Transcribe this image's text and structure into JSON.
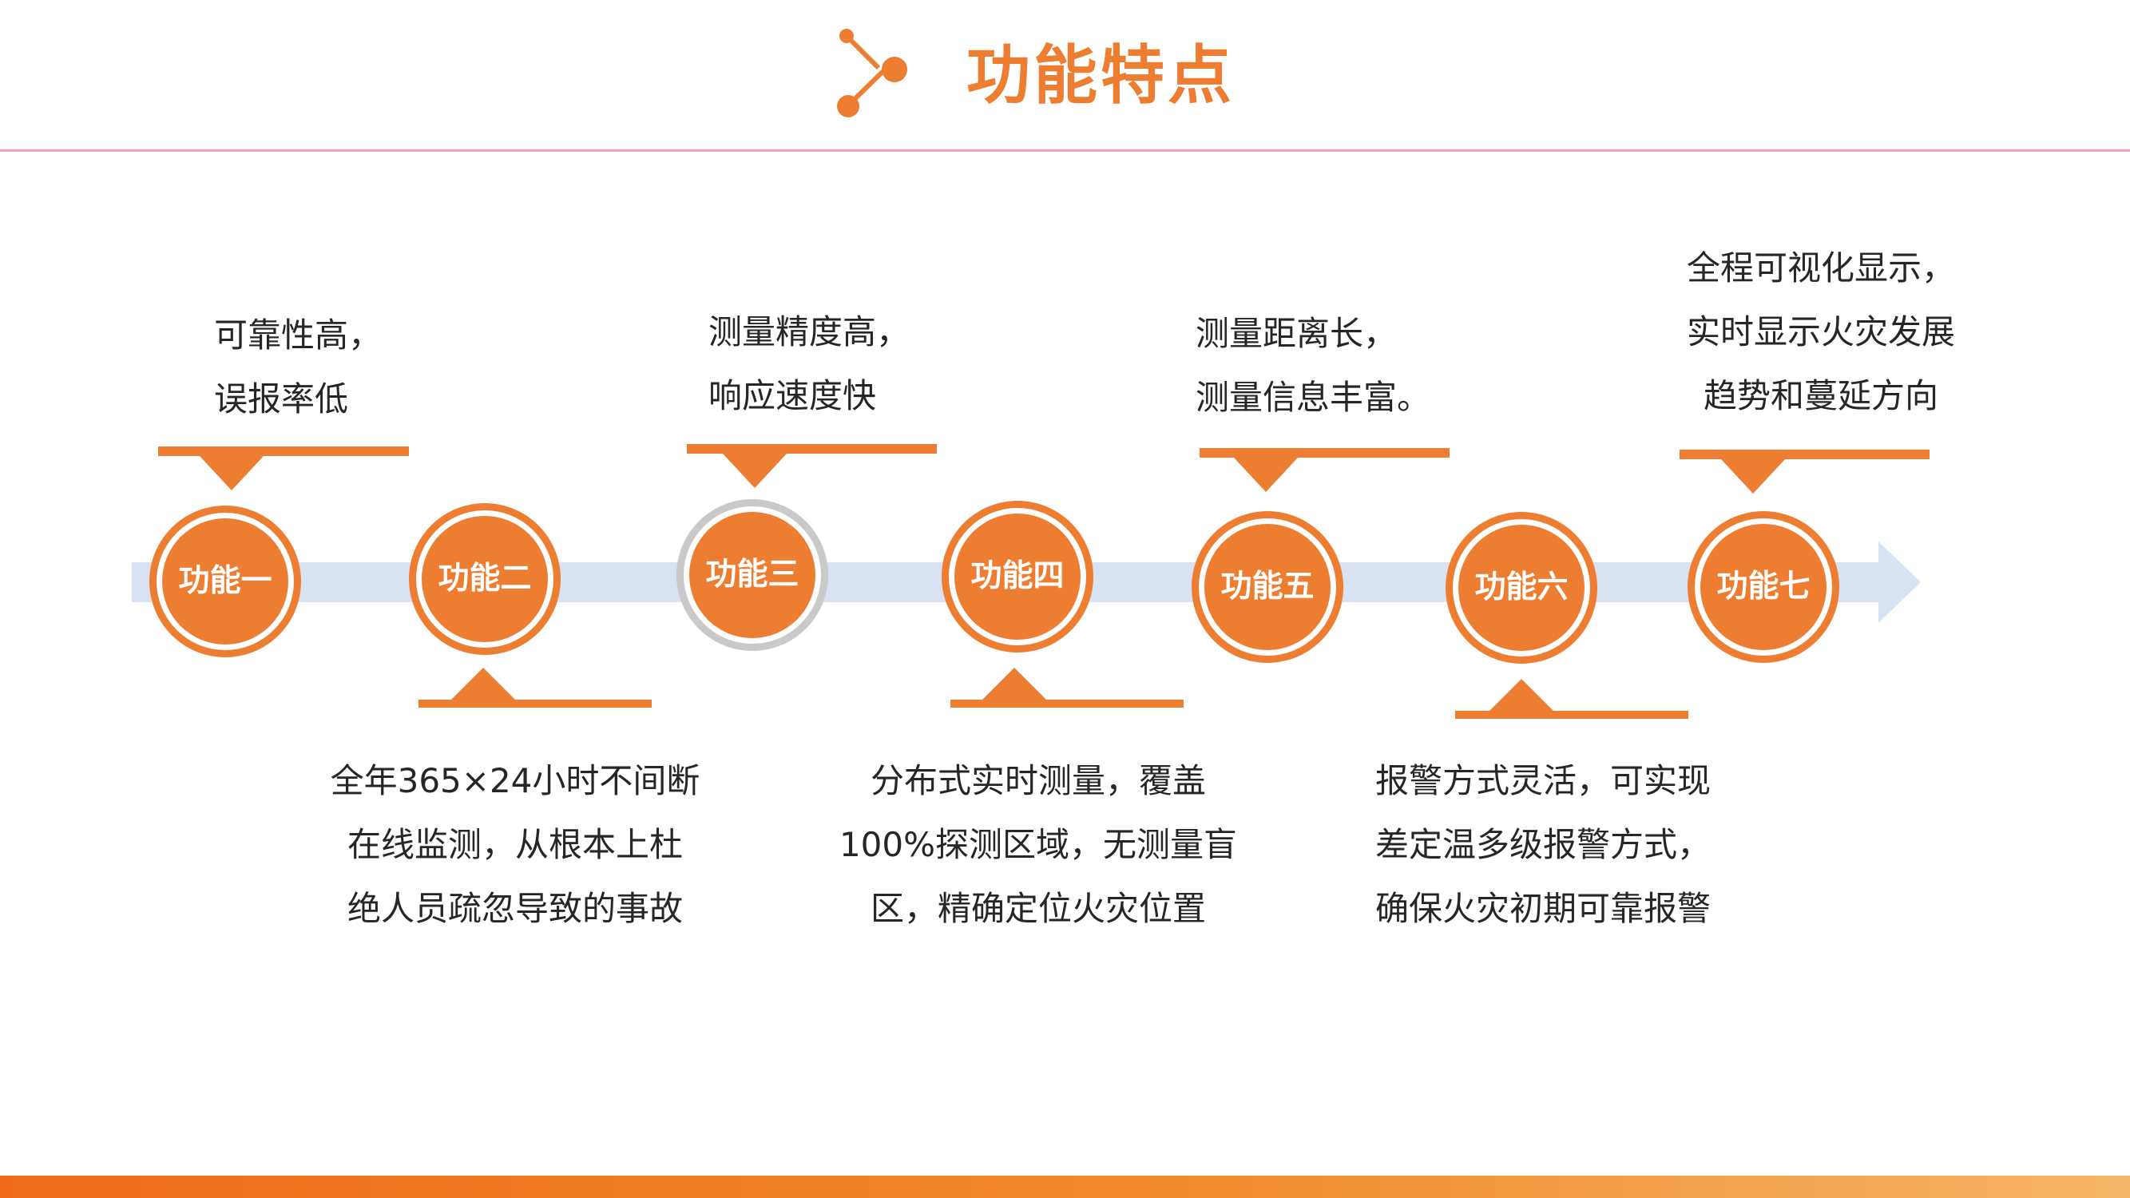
{
  "title": "功能特点",
  "icons": {
    "title_icon": "connector-node-icon"
  },
  "colors": {
    "accent": "#ED7D31",
    "timeline_arrow": "#D9E2F3",
    "title_rule": "#F2A4B3",
    "text": "#262626"
  },
  "features": [
    {
      "label": "功能一",
      "lines": [
        "可靠性高，",
        "误报率低"
      ]
    },
    {
      "label": "功能二",
      "lines": [
        "全年365×24小时不间断",
        "在线监测，从根本上杜",
        "绝人员疏忽导致的事故"
      ]
    },
    {
      "label": "功能三",
      "lines": [
        "测量精度高，",
        "响应速度快"
      ]
    },
    {
      "label": "功能四",
      "lines": [
        "分布式实时测量，覆盖",
        "100%探测区域，无测量盲",
        "区，精确定位火灾位置"
      ]
    },
    {
      "label": "功能五",
      "lines": [
        "测量距离长，",
        "测量信息丰富。"
      ]
    },
    {
      "label": "功能六",
      "lines": [
        "报警方式灵活，可实现",
        "差定温多级报警方式，",
        "确保火灾初期可靠报警"
      ]
    },
    {
      "label": "功能七",
      "lines": [
        "全程可视化显示，",
        "实时显示火灾发展",
        "趋势和蔓延方向"
      ]
    }
  ]
}
